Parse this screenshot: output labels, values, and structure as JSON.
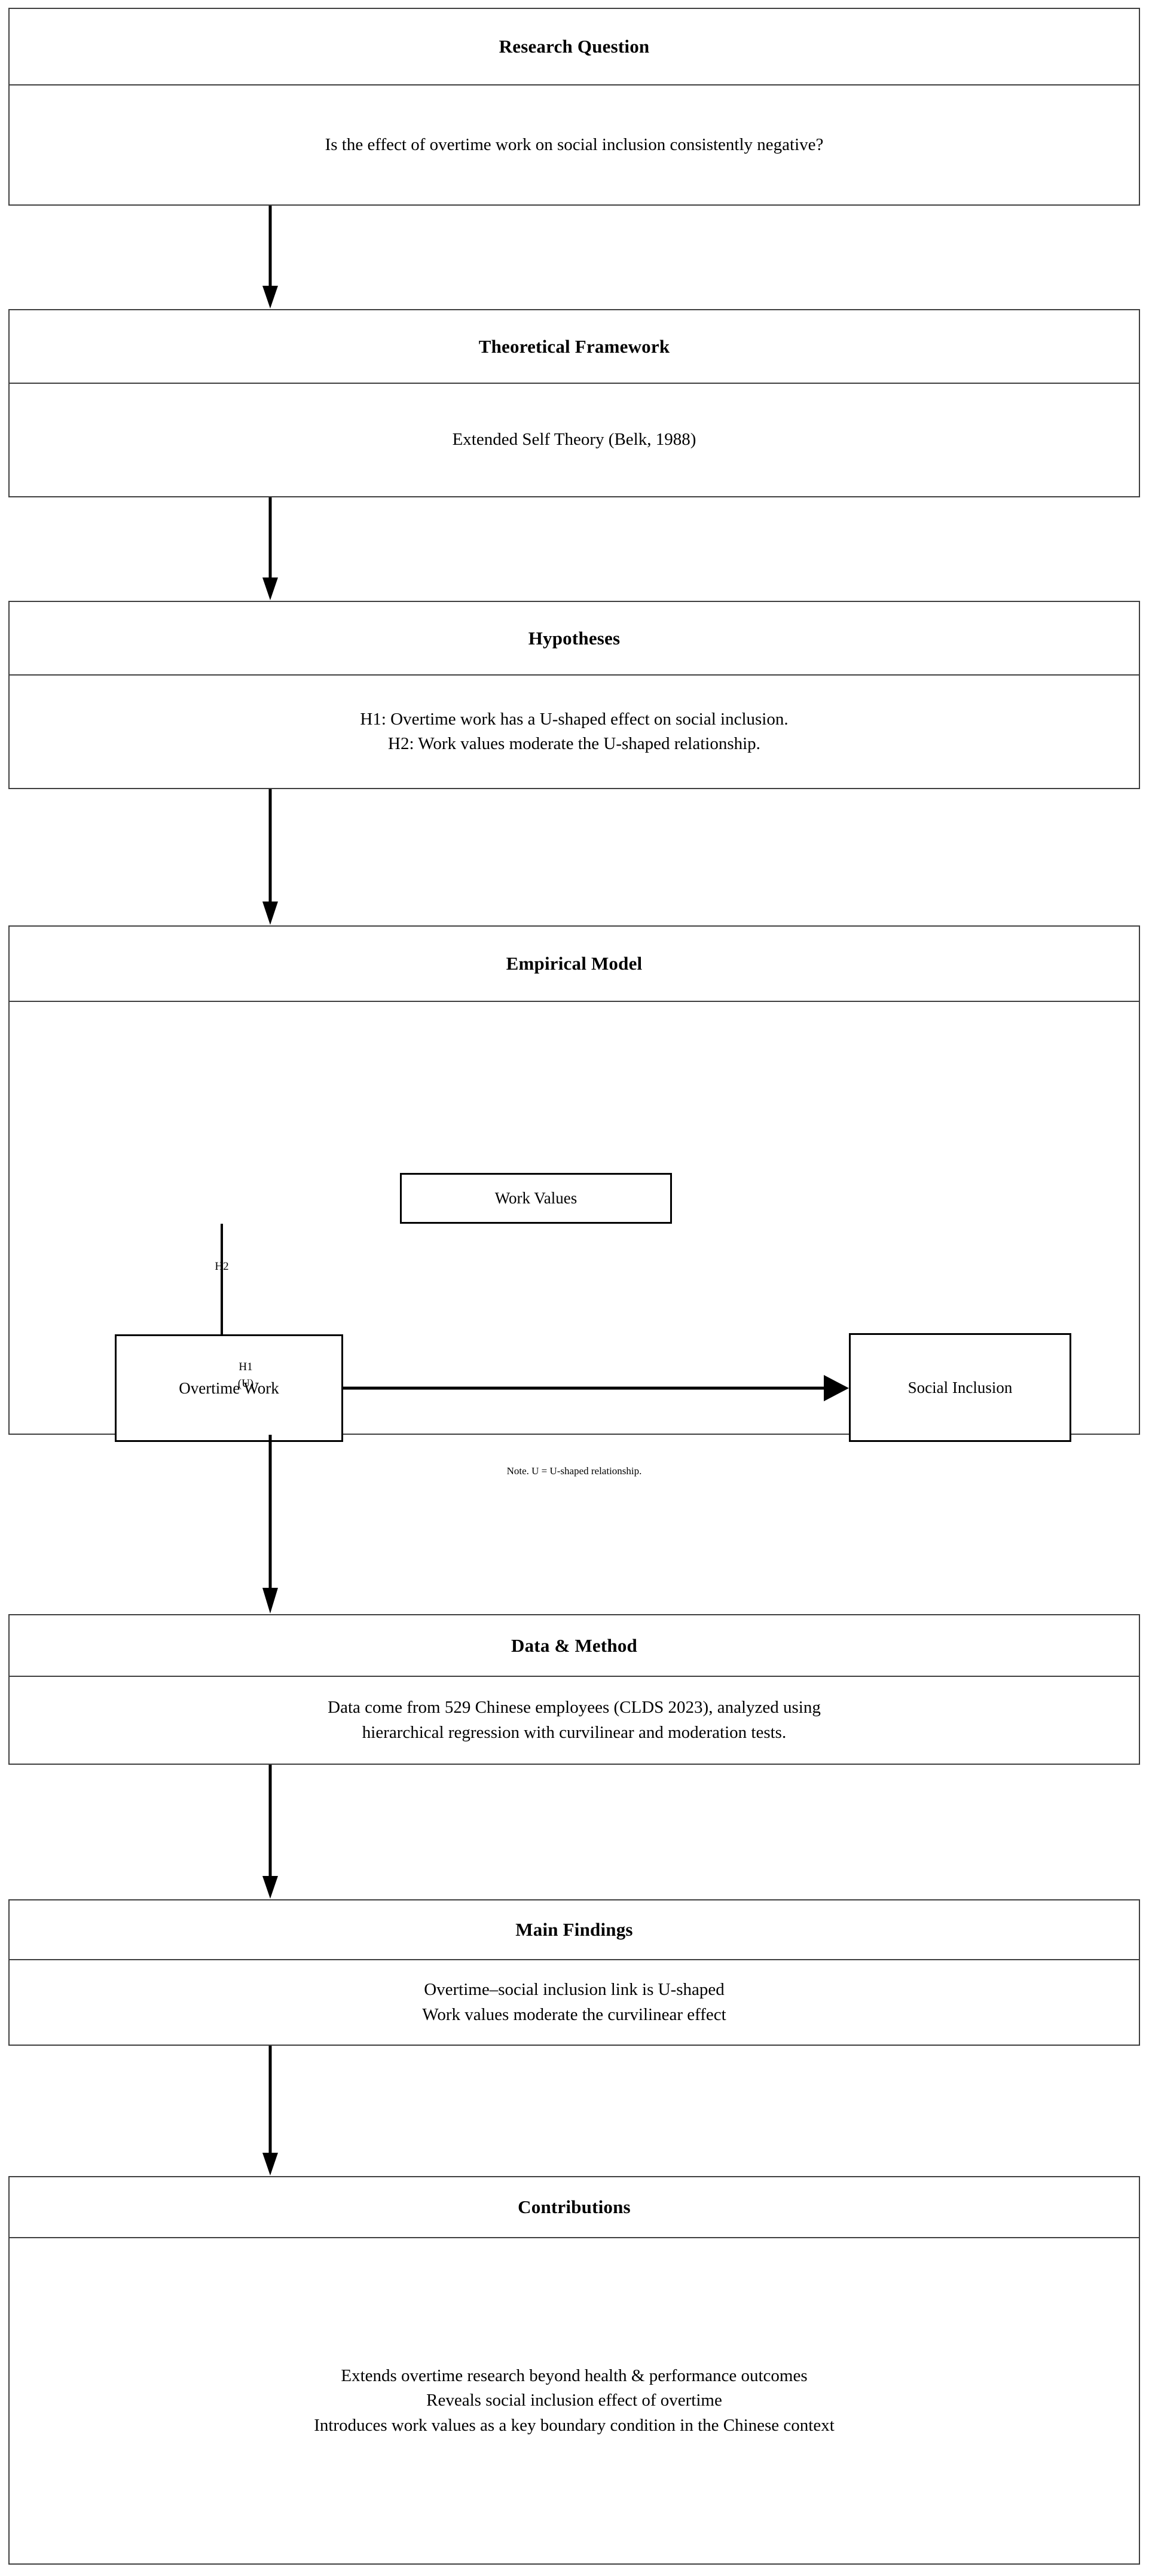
{
  "figure": {
    "type": "flowchart",
    "orientation": "vertical",
    "accent_color": "#000000",
    "border_color": "#3f3f3f"
  },
  "stages": [
    {
      "title": "Research Question",
      "lines": [
        "Is the effect of overtime work on social inclusion consistently negative?"
      ]
    },
    {
      "title": "Theoretical Framework",
      "lines": [
        "Extended Self Theory (Belk, 1988)"
      ]
    },
    {
      "title": "Hypotheses",
      "lines": [
        "H1: Overtime work has a U-shaped effect on social inclusion.",
        "H2: Work values moderate the U-shaped relationship."
      ]
    },
    {
      "title": "Empirical Model",
      "lines": []
    },
    {
      "title": "Data & Method",
      "lines": [
        "Data come from 529 Chinese employees (CLDS 2023), analyzed using",
        "hierarchical regression with curvilinear and moderation tests."
      ]
    },
    {
      "title": "Main Findings",
      "lines": [
        "Overtime–social inclusion link is U-shaped",
        "Work values moderate the curvilinear effect"
      ]
    },
    {
      "title": "Contributions",
      "lines": [
        "Extends overtime research beyond health & performance outcomes",
        "Reveals social inclusion effect of overtime",
        "Introduces work values as a key boundary condition in the Chinese context"
      ]
    }
  ],
  "empirical_model": {
    "nodes": {
      "moderator": "Work Values",
      "predictor": "Overtime Work",
      "outcome": "Social Inclusion"
    },
    "paths": {
      "h2_label": "H2",
      "h1_label": "H1",
      "h1_sublabel": "(U)"
    },
    "note": "Note. U = U-shaped relationship."
  }
}
